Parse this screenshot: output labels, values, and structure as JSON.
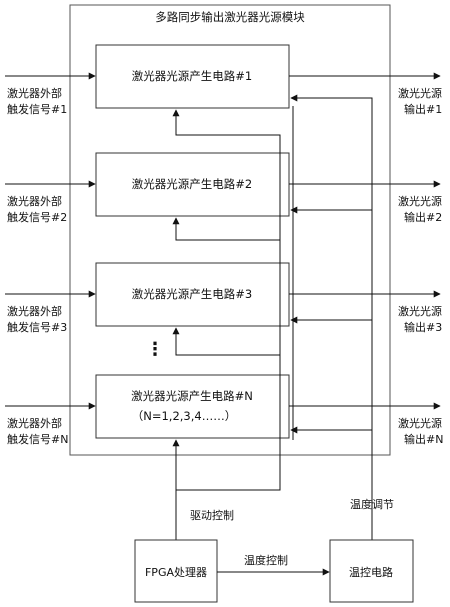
{
  "module_title": "多路同步输出激光器光源模块",
  "circuits": [
    {
      "label": "激光器光源产生电路#1"
    },
    {
      "label": "激光器光源产生电路#2"
    },
    {
      "label": "激光器光源产生电路#3"
    },
    {
      "label": "激光器光源产生电路#N",
      "sublabel": "（N=1,2,3,4……）"
    }
  ],
  "ellipsis": "⋮",
  "inputs": [
    {
      "line1": "激光器外部",
      "line2": "触发信号#1"
    },
    {
      "line1": "激光器外部",
      "line2": "触发信号#2"
    },
    {
      "line1": "激光器外部",
      "line2": "触发信号#3"
    },
    {
      "line1": "激光器外部",
      "line2": "触发信号#N"
    }
  ],
  "outputs": [
    {
      "line1": "激光光源",
      "line2": "输出#1"
    },
    {
      "line1": "激光光源",
      "line2": "输出#2"
    },
    {
      "line1": "激光光源",
      "line2": "输出#3"
    },
    {
      "line1": "激光光源",
      "line2": "输出#N"
    }
  ],
  "fpga": {
    "label": "FPGA处理器"
  },
  "temp_circuit": {
    "label": "温控电路"
  },
  "drive_control_label": "驱动控制",
  "temp_control_label": "温度控制",
  "temp_adjust_label": "温度调节"
}
